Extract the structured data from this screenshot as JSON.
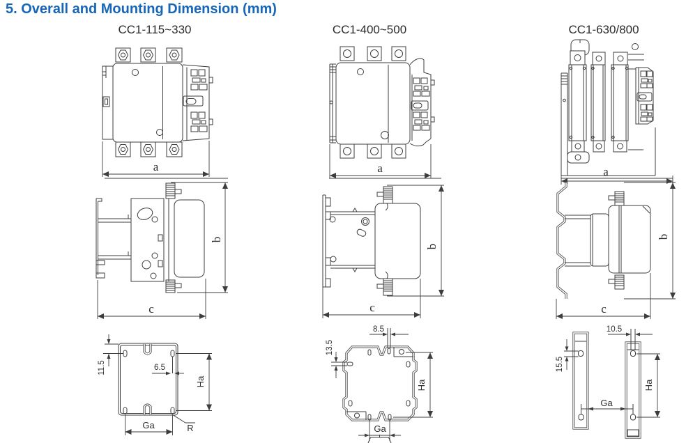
{
  "page": {
    "title": "5. Overall and Mounting Dimension (mm)",
    "accent_color": "#1766b8",
    "line_color": "#3d3d3d"
  },
  "columns": [
    {
      "name": "CC1-115~330",
      "front_view": {
        "width_label": "a"
      },
      "side_view": {
        "height_label": "b",
        "depth_label": "c"
      },
      "mounting_view": {
        "edge_offset": "11.5",
        "slot_width": "6.5",
        "height_spacing": "Ha",
        "width_spacing": "Ga",
        "radius_label": "R"
      }
    },
    {
      "name": "CC1-400~500",
      "front_view": {
        "width_label": "a"
      },
      "side_view": {
        "height_label": "b",
        "depth_label": "c"
      },
      "mounting_view": {
        "slot_width": "8.5",
        "edge_offset": "13.5",
        "height_spacing": "Ha",
        "width_spacing": "Ga"
      }
    },
    {
      "name": "CC1-630/800",
      "front_view": {
        "width_label": "a"
      },
      "side_view": {
        "height_label": "b",
        "depth_label": "c"
      },
      "mounting_view": {
        "slot_width": "10.5",
        "edge_offset": "15.5",
        "height_spacing": "Ha",
        "width_spacing": "Ga"
      }
    }
  ]
}
